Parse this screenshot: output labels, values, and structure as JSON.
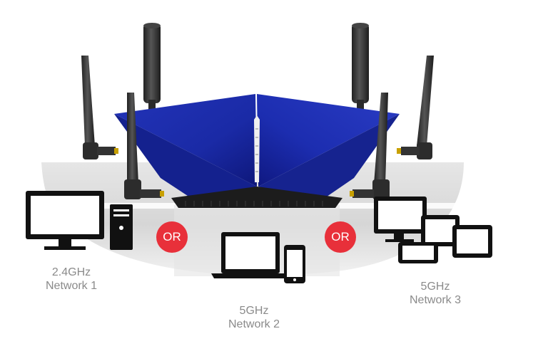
{
  "colors": {
    "router_blue": "#1a2bb0",
    "router_blue_dark": "#0d166e",
    "antenna": "#3a3a3a",
    "device": "#111111",
    "or_badge": "#e8303a",
    "label_text": "#8a8a8a",
    "coverage_gray": "#dcdcdc"
  },
  "groups": [
    {
      "band": "2.4GHz",
      "network": "Network 1",
      "devices": [
        "monitor-icon",
        "tower-pc-icon"
      ]
    },
    {
      "band": "5GHz",
      "network": "Network 2",
      "devices": [
        "laptop-icon",
        "smartphone-icon"
      ]
    },
    {
      "band": "5GHz",
      "network": "Network 3",
      "devices": [
        "monitor-icon",
        "tablet-icon",
        "tablet-icon",
        "smartphone-icon"
      ]
    }
  ],
  "separators": [
    {
      "label": "OR"
    },
    {
      "label": "OR"
    }
  ]
}
